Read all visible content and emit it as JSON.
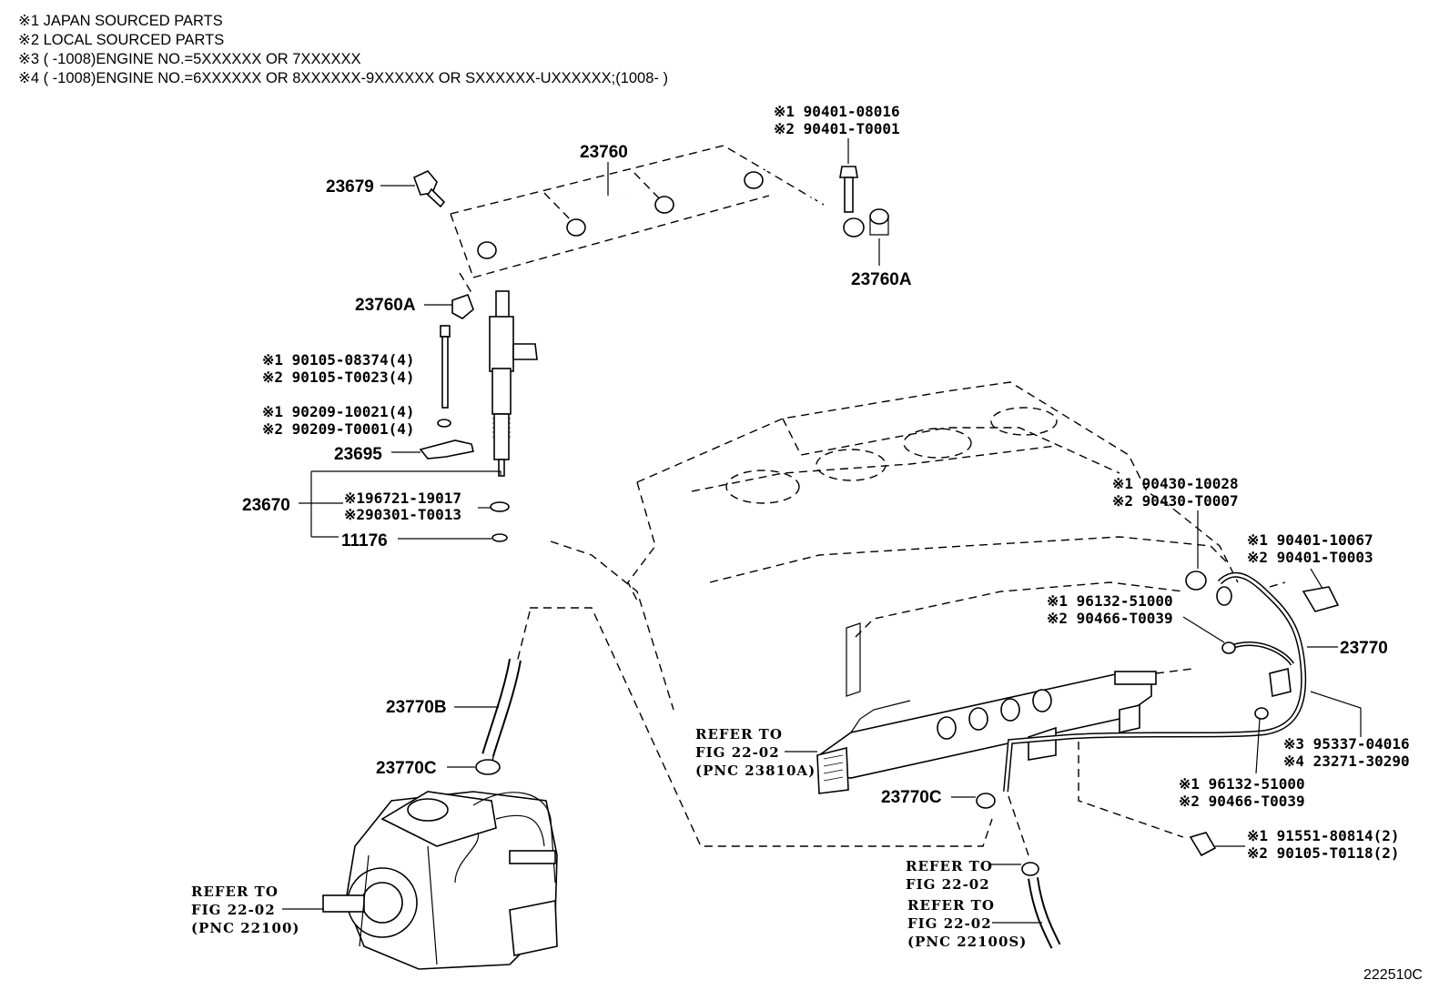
{
  "notes": [
    "※1 JAPAN SOURCED PARTS",
    "※2 LOCAL SOURCED PARTS",
    "※3 (        -1008)ENGINE NO.=5XXXXXX OR 7XXXXXX",
    "※4 (        -1008)ENGINE NO.=6XXXXXX OR 8XXXXXX-9XXXXXX OR SXXXXXX-UXXXXXX;(1008-        )"
  ],
  "parts": {
    "p23760": "23760",
    "p23679": "23679",
    "p23760a_top": "23760A",
    "p23760a_mid": "23760A",
    "p23695": "23695",
    "p23670": "23670",
    "p11176": "11176",
    "p23770b": "23770B",
    "p23770c_left": "23770C",
    "p23770c_right": "23770C",
    "p23770": "23770"
  },
  "callouts": {
    "top_bolt": [
      "※1 90401-08016",
      "※2 90401-T0001"
    ],
    "injector_bolt": [
      "※1 90105-08374(4)",
      "※2 90105-T0023(4)"
    ],
    "washer": [
      "※1 90209-10021(4)",
      "※2 90209-T0001(4)"
    ],
    "gasket": [
      "※196721-19017",
      "※290301-T0013"
    ],
    "rail_plug": [
      "※1 90430-10028",
      "※2 90430-T0007"
    ],
    "rail_bolt": [
      "※1 90401-10067",
      "※2 90401-T0003"
    ],
    "clip_upper": [
      "※1 96132-51000",
      "※2 90466-T0039"
    ],
    "hose_end": [
      "※3 95337-04016",
      "※4 23271-30290"
    ],
    "clip_lower": [
      "※1 96132-51000",
      "※2 90466-T0039"
    ],
    "bracket_bolt": [
      "※1 91551-80814(2)",
      "※2 90105-T0118(2)"
    ]
  },
  "refs": {
    "rail": [
      "REFER TO",
      "FIG 22-02",
      "(PNC 23810A)"
    ],
    "pump": [
      "REFER TO",
      "FIG 22-02",
      "(PNC 22100)"
    ],
    "hose1": [
      "REFER TO",
      "FIG 22-02"
    ],
    "hose2": [
      "REFER TO",
      "FIG 22-02",
      "(PNC 22100S)"
    ]
  },
  "illustration_id": "222510C"
}
